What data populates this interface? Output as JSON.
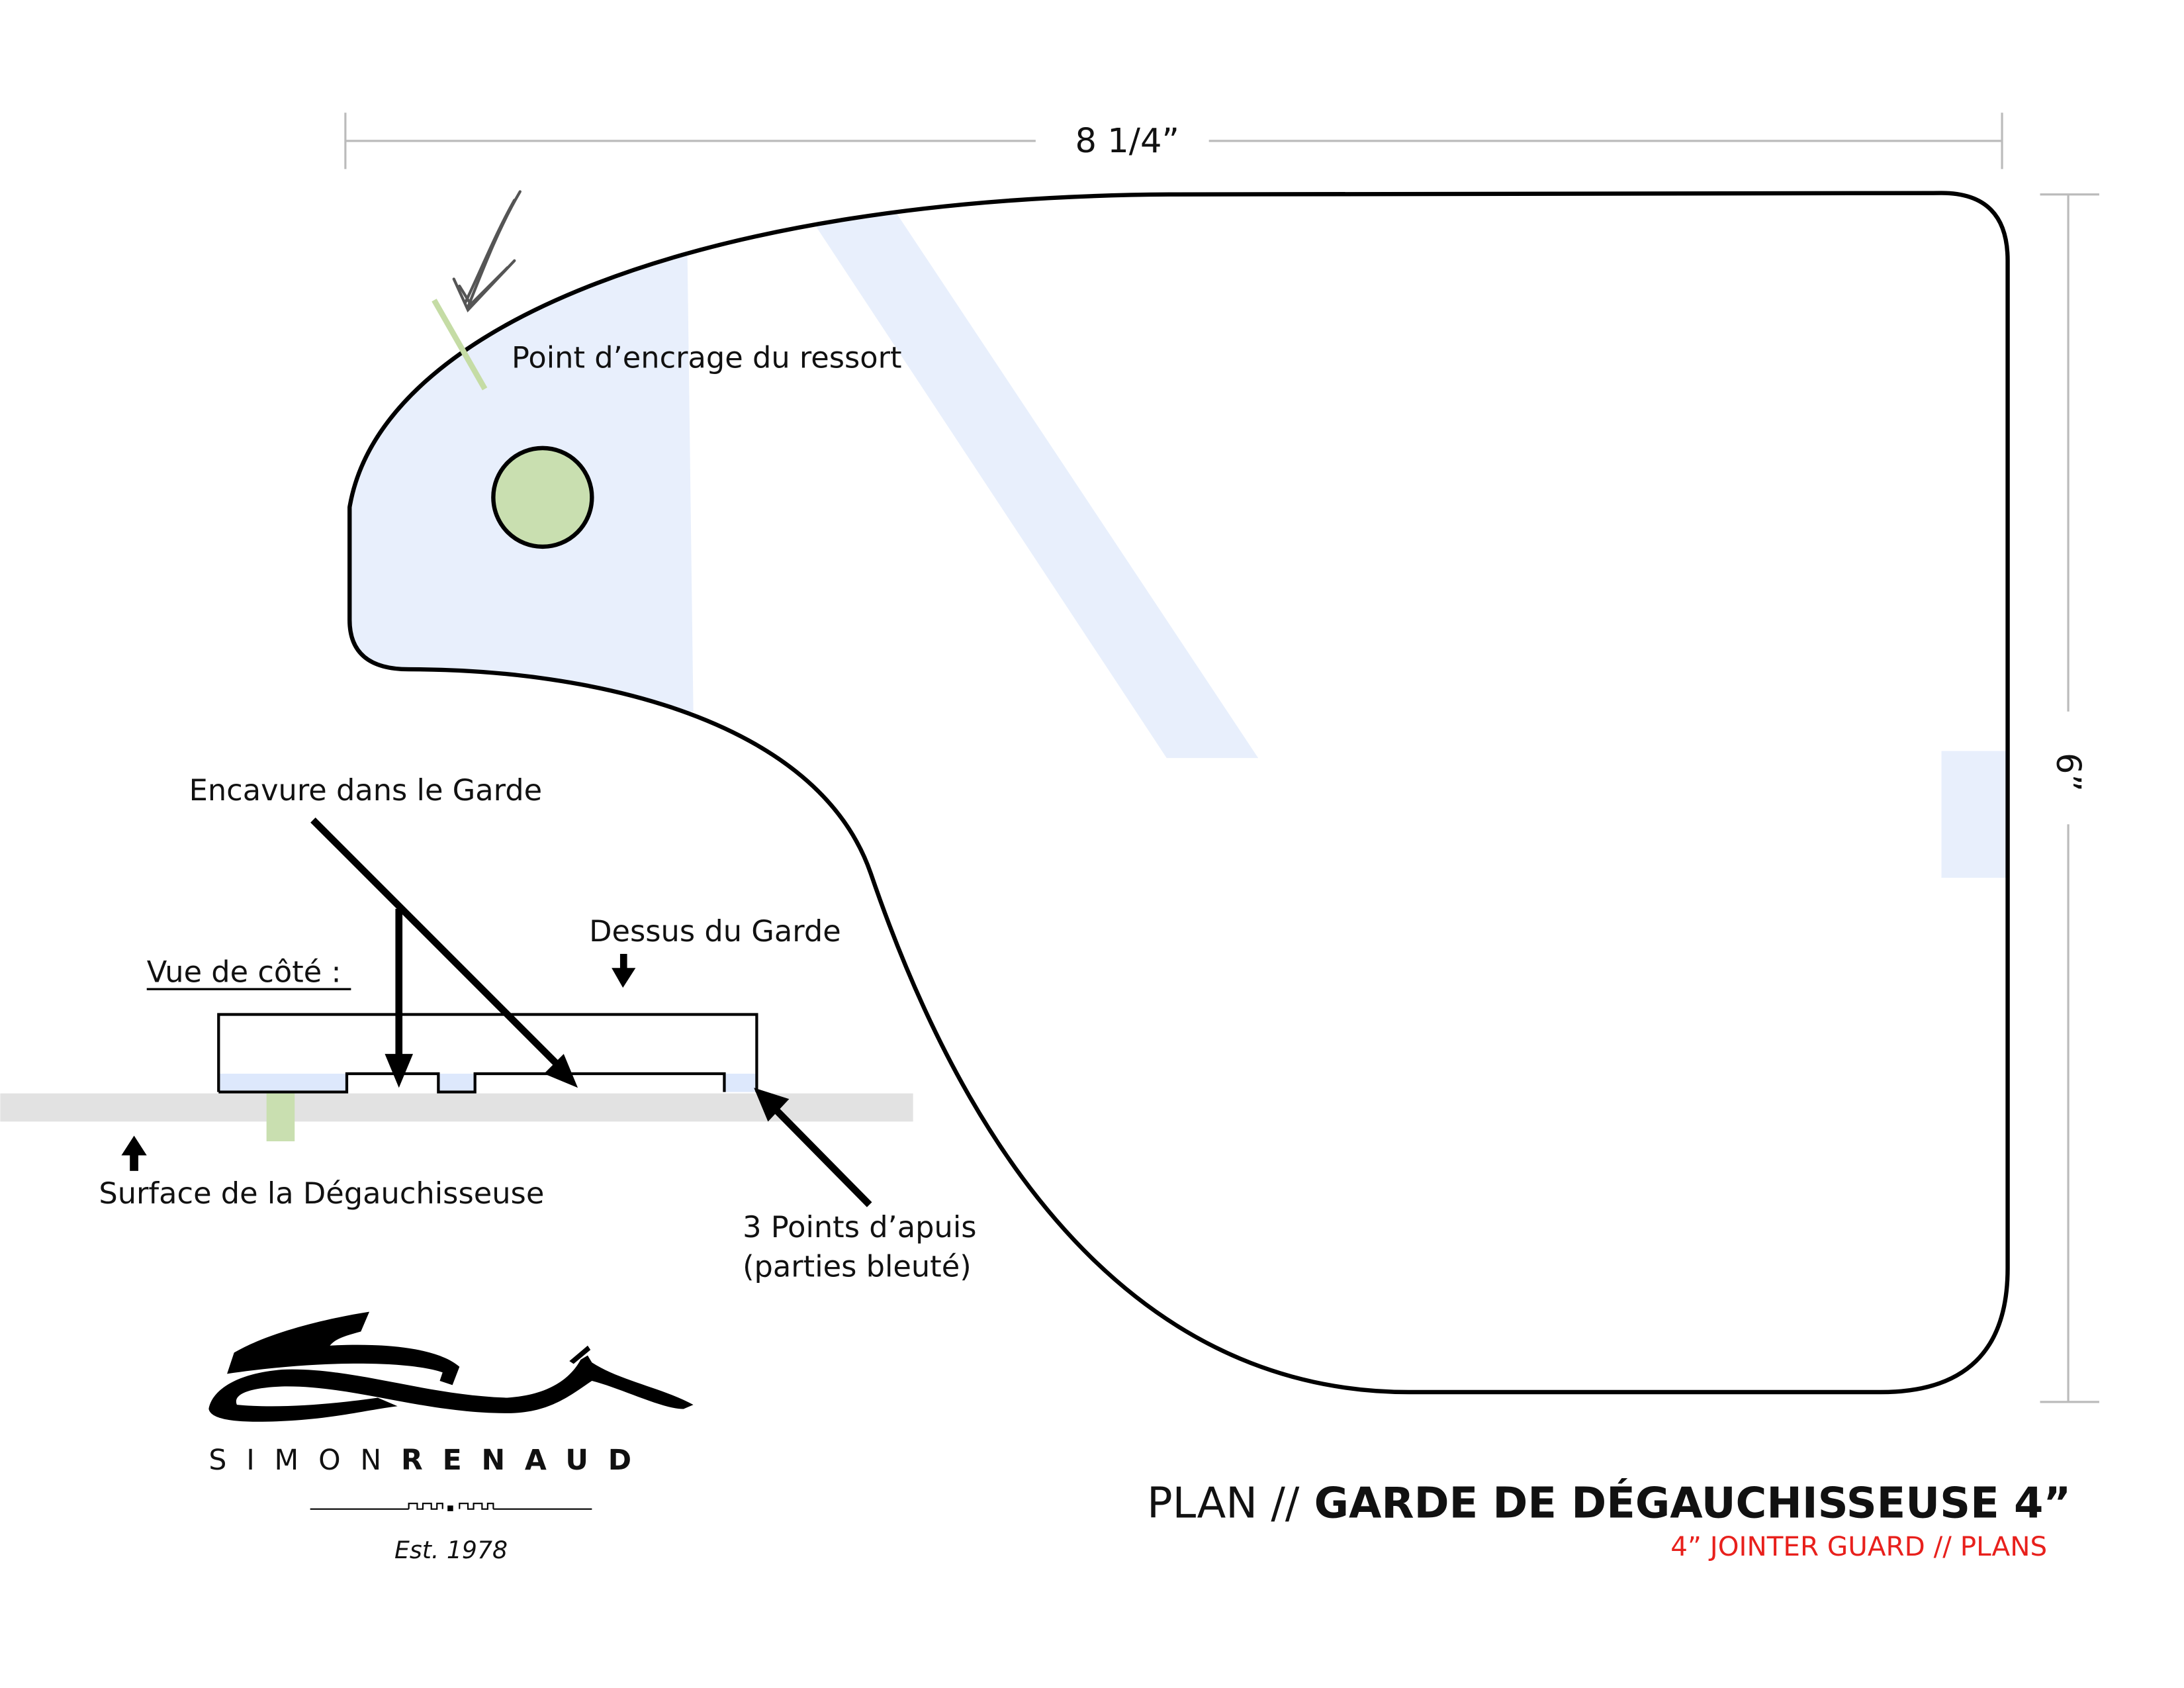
{
  "dimensions": {
    "width_label": "8 1/4”",
    "height_label": "6”"
  },
  "labels": {
    "spring_anchor": "Point d’encrage du ressort",
    "recess": "Encavure dans le Garde",
    "top_of_guard": "Dessus du Garde",
    "side_view": "Vue de côté :",
    "jointer_surface": "Surface de la Dégauchisseuse",
    "support_points_line1": "3 Points d’apuis",
    "support_points_line2": "(parties bleuté)"
  },
  "logo": {
    "name_light": "SIMON",
    "name_bold": "RENAUD",
    "established": "Est. 1978"
  },
  "title": {
    "prefix": "PLAN //",
    "main": "GARDE DE DÉGAUCHISSEUSE 4”",
    "subtitle": "4” JOINTER GUARD // PLANS"
  },
  "colors": {
    "blue_fill": "#e8effc",
    "green": "#c9dfb0",
    "surface_gray": "#e2e2e2",
    "subtitle_red": "#e8201c"
  }
}
